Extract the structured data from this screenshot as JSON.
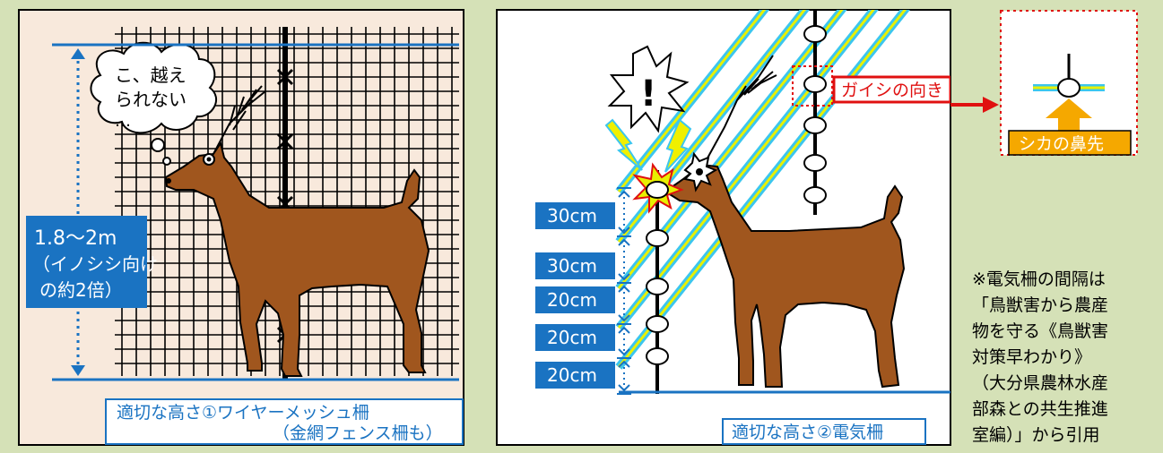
{
  "panel_left": {
    "speech_lines": [
      "こ、越え",
      "られない",
      "…"
    ],
    "height_label_lines": [
      "1.8〜2m",
      "（イノシシ向け",
      "の約2倍）"
    ],
    "caption_lines": [
      "適切な高さ①ワイヤーメッシュ柵",
      "（金網フェンス柵も）"
    ]
  },
  "panel_right": {
    "spacing_labels": [
      "30cm",
      "30cm",
      "20cm",
      "20cm",
      "20cm"
    ],
    "exclamation": "!",
    "insulator_label": "ガイシの向き",
    "nose_label": "シカの鼻先",
    "caption": "適切な高さ②電気柵"
  },
  "note_lines": [
    "※電気柵の間隔は",
    "「鳥獣害から農産",
    "物を守る《鳥獣害",
    "対策早わかり》",
    "（大分県農林水産",
    "部森との共生推進",
    "室編）」から引用"
  ],
  "colors": {
    "background": "#d5e1b7",
    "deer": "#a0561e",
    "blue_label": "#1a73c2",
    "wire_yellow": "#e8f000",
    "wire_glow": "#3cc6ee",
    "red": "#e01010",
    "orange": "#f5a800"
  }
}
